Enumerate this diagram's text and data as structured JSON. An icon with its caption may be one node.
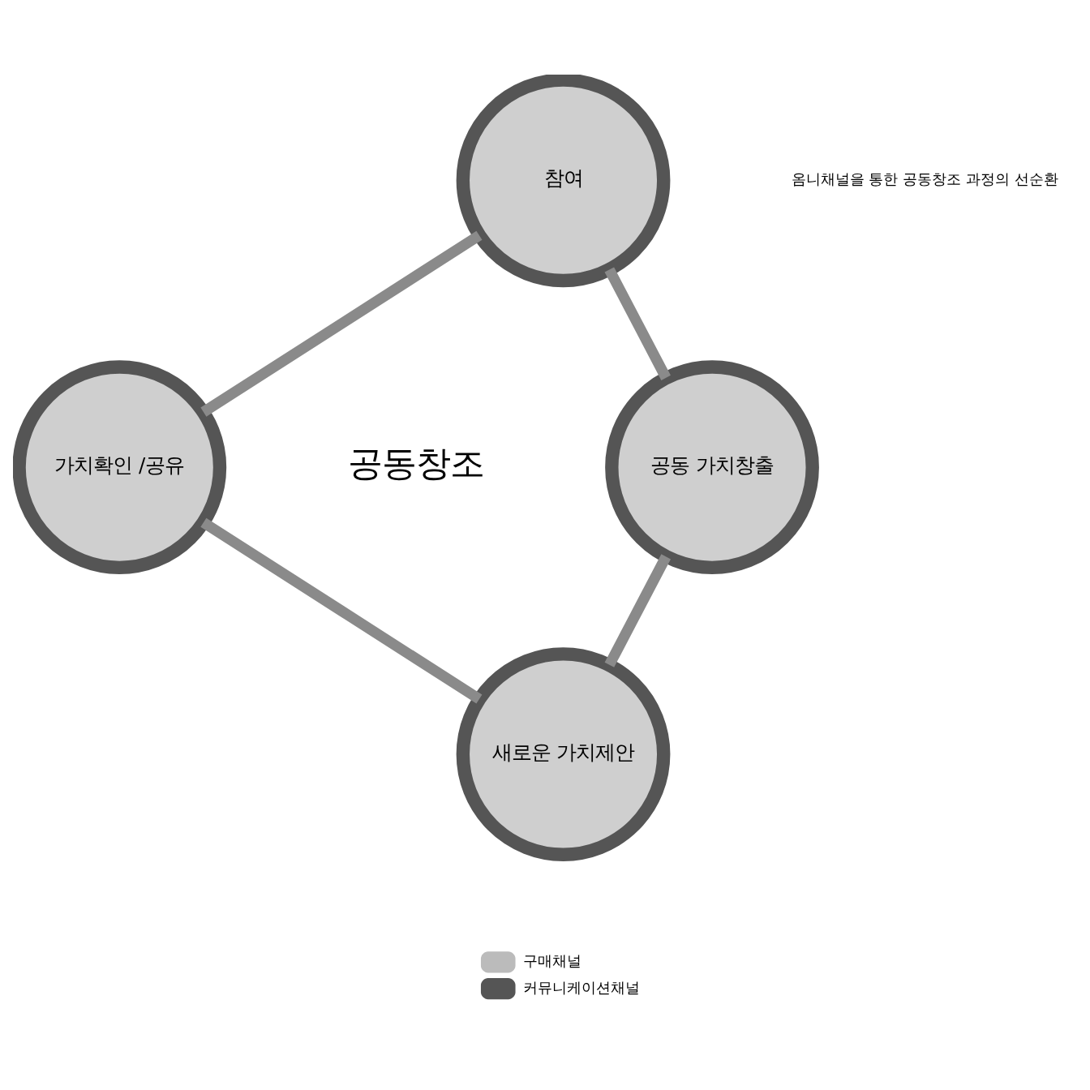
{
  "diagram": {
    "nodes": [
      {
        "text": [
          "참여"
        ]
      },
      {
        "text": [
          "공동 가치창출"
        ]
      },
      {
        "text": [
          "새로운 가치제안"
        ]
      },
      {
        "text": [
          "가치확인 /공유"
        ]
      }
    ],
    "edges": [
      {
        "from": 0,
        "to": 1,
        "arrow": "none"
      },
      {
        "from": 1,
        "to": 2,
        "arrow": "none"
      },
      {
        "from": 2,
        "to": 3,
        "arrow": "none"
      },
      {
        "from": 3,
        "to": 0,
        "arrow": "none"
      }
    ],
    "labels": [
      "옴니채널을 통한 공동창조 과정의 선순환",
      "공동창조"
    ],
    "legend": [
      {
        "text": "구매채널",
        "color": "#bbbbbb"
      },
      {
        "text": "커뮤니케이션채널",
        "color": "#555555"
      }
    ]
  }
}
